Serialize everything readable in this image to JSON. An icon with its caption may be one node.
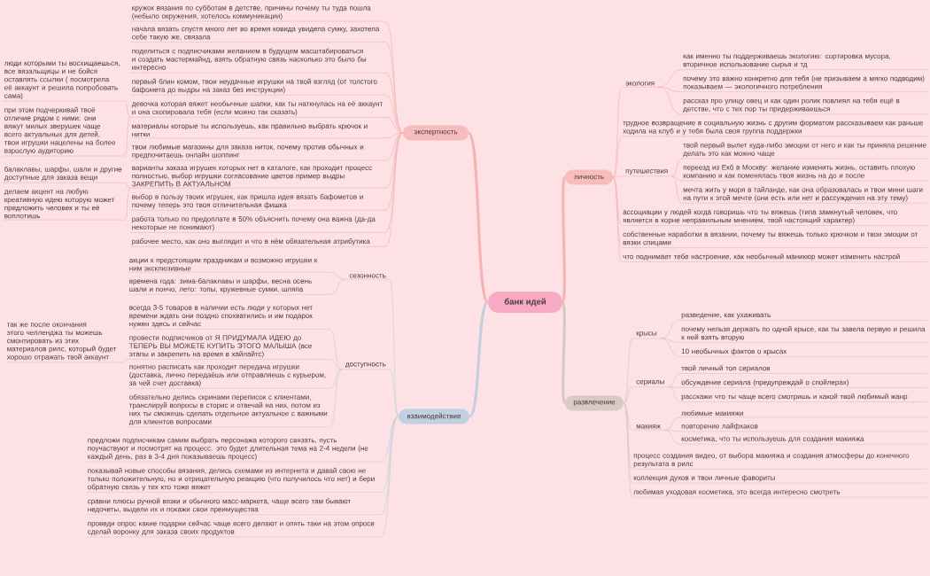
{
  "diagram": {
    "nodes": [
      {
        "text": [
          "банк идей"
        ]
      },
      {
        "text": [
          "экспертность"
        ]
      },
      {
        "text": [
          "кружок вязания по субботам в детстве, причины почему ты туда пошла (небыло окружения, хотелось коммуникации)"
        ]
      },
      {
        "text": [
          "начала вязать спустя много лет во время ковида увидела сумку, захотела себе такую же, связала"
        ]
      },
      {
        "text": [
          "поделиться с подписчиками желанием в будущем масштабироваться и создать мастермайнд, взять обратную связь насколько это было бы интересно"
        ]
      },
      {
        "text": [
          "первый блин комом, твои неудачные игрушки на твой взгляд (от толстого бафомета до выдры на заказ без инструкции)"
        ]
      },
      {
        "text": [
          "девочка которая вяжет необычные шапки, как ты наткнулась на её аккаунт и она скопировала тебя (если можно так сказать)"
        ]
      },
      {
        "text": [
          "люди которыми ты восхищаешься, все вязальщицы и не бойся оставлять ссылки ( посмотрела её аккаунт и решила попробовать сама)"
        ]
      },
      {
        "text": [
          "при этом подчеркивай твоё отличие рядом с ними: они вяжут милых зверушек чаще всего актуальных для детей, твои игрушки нацелены на более взрослую аудиторию"
        ]
      },
      {
        "text": [
          "материалы которые ты используешь, как правильно выбрать крючок и нитки"
        ]
      },
      {
        "text": [
          "твои любимые магазины для заказа ниток, почему против обычных и предпочитаешь онлайн шоппинг"
        ]
      },
      {
        "text": [
          "варианты заказа игрушек которых нет в каталоге, как проходит процесс полностью, выбор игрушки согласование цветов пример выдры ЗАКРЕПИТЬ В АКТУАЛЬНОМ"
        ]
      },
      {
        "text": [
          "балаклавы, шарфы, шали и другие доступные для заказа вещи"
        ]
      },
      {
        "text": [
          "делаем акцент на любую креативную идею которую может предложить человек и ты её воплотишь"
        ]
      },
      {
        "text": [
          "выбор в пользу твоих игрушек, как пришла идея вязать бафометов и почему теперь это твоя отличительная фишка"
        ]
      },
      {
        "text": [
          "работа только по предоплате в 50% объяснить почему она важна (да-да некоторые не понимают)"
        ]
      },
      {
        "text": [
          "рабочее место, как оно выглядит и что в нём обязательная атрибутика"
        ]
      },
      {
        "text": [
          "личность"
        ]
      },
      {
        "text": [
          "экология"
        ]
      },
      {
        "text": [
          "как именно ты поддерживаешь экологию: сортировка мусора, вторичное использование сырья и тд"
        ]
      },
      {
        "text": [
          "почему это важно конкретно для тебя (не призываем а мягко подводим) показываем — экологичного потребления"
        ]
      },
      {
        "text": [
          "рассказ про улицу овец и как один ролик повлиял на тебя ещё в детстве, что с тех пор ты придерживаешься"
        ]
      },
      {
        "text": [
          "трудное возвращение в социальную жизнь с другим форматом рассказываем как раньше ходила на клуб и у тебя была своя группа поддержки"
        ]
      },
      {
        "text": [
          "путешествия"
        ]
      },
      {
        "text": [
          "твой первый вылет куда-либо эмоции от него и как ты приняла решение делать это как можно чаще"
        ]
      },
      {
        "text": [
          "переезд из Екб в Москву: желание изменить жизнь, оставить плохую компанию и как поменялась твоя жизнь на до и после"
        ]
      },
      {
        "text": [
          "мечта жить у моря в тайланде, как она образовалась и твои мини шаги на пути к этой мечте (они есть или нет и рассуждения на эту тему)"
        ]
      },
      {
        "text": [
          "ассоциации у людей когда говоришь что ты вяжешь (типа замкнутый человек, что является в корне неправильным мнением, твой настоящий характер)"
        ]
      },
      {
        "text": [
          "собственные наработки в вязании, почему ты вяжешь только крючком и твои эмоции от вязки спицами"
        ]
      },
      {
        "text": [
          "что поднимает тебе настроение, как необычный маникюр может изменить настрой"
        ]
      },
      {
        "text": [
          "развлечение"
        ]
      },
      {
        "text": [
          "крысы"
        ]
      },
      {
        "text": [
          "разведение, как ухаживать"
        ]
      },
      {
        "text": [
          "почему нельзя держать по одной крысе, как ты завела первую и решила к ней взять вторую"
        ]
      },
      {
        "text": [
          "10 необычных фактов о крысах"
        ]
      },
      {
        "text": [
          "сериалы"
        ]
      },
      {
        "text": [
          "твой личный топ сериалов"
        ]
      },
      {
        "text": [
          "обсуждение сериала (предупреждай о спойлерах)"
        ]
      },
      {
        "text": [
          "расскажи что ты чаще всего смотришь и какой твой любимый жанр"
        ]
      },
      {
        "text": [
          "макияж"
        ]
      },
      {
        "text": [
          "любимые макияжи"
        ]
      },
      {
        "text": [
          "повторение лайфхаков"
        ]
      },
      {
        "text": [
          "косметика, что ты используешь для создания макияжа"
        ]
      },
      {
        "text": [
          "процесс создания видео, от выбора макияжа и создания атмосферы до конечного результата в рилс"
        ]
      },
      {
        "text": [
          "коллекция духов и твои личные фавориты"
        ]
      },
      {
        "text": [
          "любимая уходовая косметика, это всегда интересно смотреть"
        ]
      },
      {
        "text": [
          "взаимодействие"
        ]
      },
      {
        "text": [
          "сезонность"
        ]
      },
      {
        "text": [
          "акции к предстоящим праздникам и возможно игрушки к ним эксклюзивные"
        ]
      },
      {
        "text": [
          "времена года: зима-балаклавы и шарфы, весна осень шали и пончо, лето: топы, кружевные сумки, шляпа"
        ]
      },
      {
        "text": [
          "доступность"
        ]
      },
      {
        "text": [
          "всегда 3-5 товаров в наличии есть люди у которых нет времени ждать они поздно спохватились и им подарок нужен здесь и сейчас"
        ]
      },
      {
        "text": [
          "провести подписчиков от Я ПРИДУМАЛА ИДЕЮ до ТЕПЕРЬ ВЫ МОЖЕТЕ КУПИТЬ ЭТОГО МАЛЫША (все этапы и закрепить на время в хайлайтс)"
        ]
      },
      {
        "text": [
          "так же после окончания этого челленджа ты можешь смонтировать из этих материалов рилс, который будет хорошо отражать твой аккаунт"
        ]
      },
      {
        "text": [
          "понятно расписать как проходит передача игрушки (доставка, лично передаёшь или отправляешь с курьером, за чей счет доставка)"
        ]
      },
      {
        "text": [
          "обязательно делись скринами переписок с клиентами, транслируй вопросы в сторис и отвечай на них, потом из них ты сможешь сделать отдельное актуальное с важными для клиентов вопросами"
        ]
      },
      {
        "text": [
          "предложи подписчикам самим выбрать персонажа которого связать, пусть поучаствуют и посмотрят на процесс. это будет длительная тема на 2-4 недели (не каждый день, раз в 3-4 дня показываешь процесс)"
        ]
      },
      {
        "text": [
          "показывай новые способы вязания, делись схемами из интернета и давай свою не только положительную, но и отрицательную реакцию (что получилось что нет) и бери обратную связь у тех кто тоже вяжет"
        ]
      },
      {
        "text": [
          "сравни плюсы ручной вязки и обычного масс-маркета, чаще всего там бывают недочеты, выдели их и покажи свои преимущества"
        ]
      },
      {
        "text": [
          "проведи опрос какие подарки сейчас чаще всего делают и опять таки на этом опросе сделай воронку для заказа своих продуктов"
        ]
      }
    ],
    "edges": [
      {
        "from": 0,
        "to": 1,
        "arrow": "none",
        "style": "thick"
      },
      {
        "from": 1,
        "to": 2,
        "arrow": "none"
      },
      {
        "from": 1,
        "to": 3,
        "arrow": "none"
      },
      {
        "from": 1,
        "to": 4,
        "arrow": "none"
      },
      {
        "from": 1,
        "to": 5,
        "arrow": "none"
      },
      {
        "from": 1,
        "to": 6,
        "arrow": "none"
      },
      {
        "from": 6,
        "to": 7,
        "arrow": "none"
      },
      {
        "from": 6,
        "to": 8,
        "arrow": "none"
      },
      {
        "from": 1,
        "to": 9,
        "arrow": "none"
      },
      {
        "from": 1,
        "to": 10,
        "arrow": "none"
      },
      {
        "from": 1,
        "to": 11,
        "arrow": "none"
      },
      {
        "from": 11,
        "to": 12,
        "arrow": "none"
      },
      {
        "from": 11,
        "to": 13,
        "arrow": "none"
      },
      {
        "from": 1,
        "to": 14,
        "arrow": "none"
      },
      {
        "from": 1,
        "to": 15,
        "arrow": "none"
      },
      {
        "from": 1,
        "to": 16,
        "arrow": "none"
      },
      {
        "from": 0,
        "to": 17,
        "arrow": "none",
        "style": "thick"
      },
      {
        "from": 17,
        "to": 18,
        "arrow": "none"
      },
      {
        "from": 18,
        "to": 19,
        "arrow": "none"
      },
      {
        "from": 18,
        "to": 20,
        "arrow": "none"
      },
      {
        "from": 18,
        "to": 21,
        "arrow": "none"
      },
      {
        "from": 17,
        "to": 22,
        "arrow": "none"
      },
      {
        "from": 17,
        "to": 23,
        "arrow": "none"
      },
      {
        "from": 23,
        "to": 24,
        "arrow": "none"
      },
      {
        "from": 23,
        "to": 25,
        "arrow": "none"
      },
      {
        "from": 23,
        "to": 26,
        "arrow": "none"
      },
      {
        "from": 17,
        "to": 27,
        "arrow": "none"
      },
      {
        "from": 17,
        "to": 28,
        "arrow": "none"
      },
      {
        "from": 17,
        "to": 29,
        "arrow": "none"
      },
      {
        "from": 0,
        "to": 30,
        "arrow": "none",
        "style": "thick",
        "color": "#d4c8c2"
      },
      {
        "from": 30,
        "to": 31,
        "arrow": "none",
        "color": "#d4c8c2"
      },
      {
        "from": 31,
        "to": 32,
        "arrow": "none",
        "color": "#d4c8c2"
      },
      {
        "from": 31,
        "to": 33,
        "arrow": "none",
        "color": "#d4c8c2"
      },
      {
        "from": 31,
        "to": 34,
        "arrow": "none",
        "color": "#d4c8c2"
      },
      {
        "from": 30,
        "to": 35,
        "arrow": "none",
        "color": "#d4c8c2"
      },
      {
        "from": 35,
        "to": 36,
        "arrow": "none",
        "color": "#d4c8c2"
      },
      {
        "from": 35,
        "to": 37,
        "arrow": "none",
        "color": "#d4c8c2"
      },
      {
        "from": 35,
        "to": 38,
        "arrow": "none",
        "color": "#d4c8c2"
      },
      {
        "from": 30,
        "to": 39,
        "arrow": "none",
        "color": "#d4c8c2"
      },
      {
        "from": 39,
        "to": 40,
        "arrow": "none",
        "color": "#d4c8c2"
      },
      {
        "from": 39,
        "to": 41,
        "arrow": "none",
        "color": "#d4c8c2"
      },
      {
        "from": 39,
        "to": 42,
        "arrow": "none",
        "color": "#d4c8c2"
      },
      {
        "from": 30,
        "to": 43,
        "arrow": "none",
        "color": "#d4c8c2"
      },
      {
        "from": 30,
        "to": 44,
        "arrow": "none",
        "color": "#d4c8c2"
      },
      {
        "from": 30,
        "to": 45,
        "arrow": "none",
        "color": "#d4c8c2"
      },
      {
        "from": 0,
        "to": 46,
        "arrow": "none",
        "style": "thick",
        "color": "#c3cfdd"
      },
      {
        "from": 46,
        "to": 47,
        "arrow": "none",
        "color": "#c3cfdd"
      },
      {
        "from": 47,
        "to": 48,
        "arrow": "none",
        "color": "#c3cfdd"
      },
      {
        "from": 47,
        "to": 49,
        "arrow": "none",
        "color": "#c3cfdd"
      },
      {
        "from": 46,
        "to": 50,
        "arrow": "none",
        "color": "#c3cfdd"
      },
      {
        "from": 50,
        "to": 51,
        "arrow": "none",
        "color": "#c3cfdd"
      },
      {
        "from": 50,
        "to": 52,
        "arrow": "none",
        "color": "#c3cfdd"
      },
      {
        "from": 52,
        "to": 53,
        "arrow": "none",
        "color": "#c3cfdd"
      },
      {
        "from": 50,
        "to": 54,
        "arrow": "none",
        "color": "#c3cfdd"
      },
      {
        "from": 50,
        "to": 55,
        "arrow": "none",
        "color": "#c3cfdd"
      },
      {
        "from": 46,
        "to": 56,
        "arrow": "none",
        "color": "#c3cfdd"
      },
      {
        "from": 46,
        "to": 57,
        "arrow": "none",
        "color": "#c3cfdd"
      },
      {
        "from": 46,
        "to": 58,
        "arrow": "none",
        "color": "#c3cfdd"
      },
      {
        "from": 46,
        "to": 59,
        "arrow": "none",
        "color": "#c3cfdd"
      }
    ]
  }
}
